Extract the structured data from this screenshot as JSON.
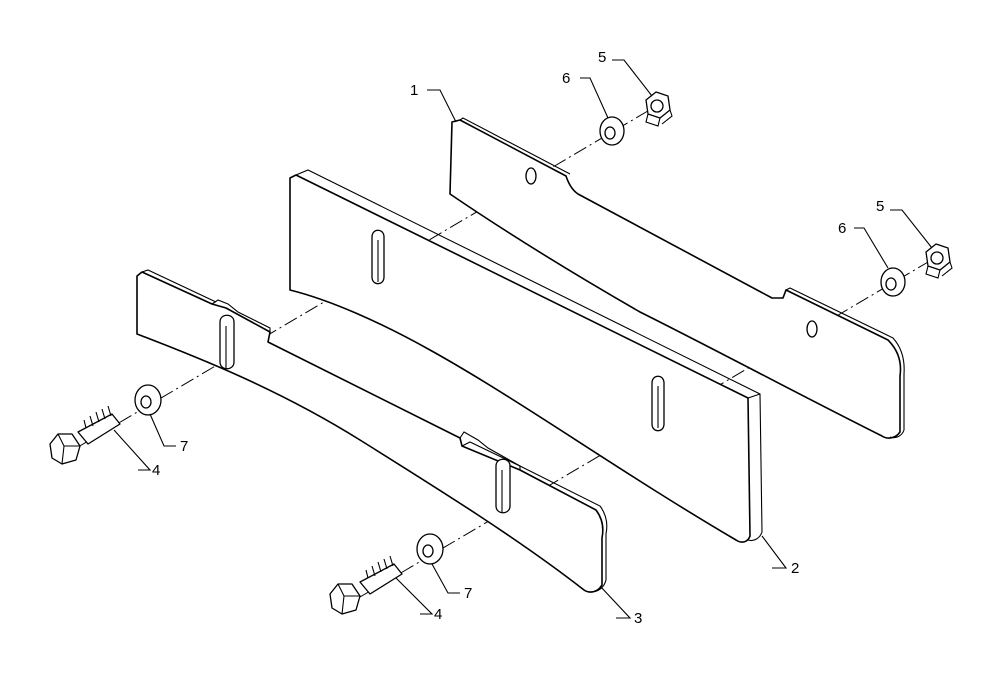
{
  "callouts": [
    {
      "id": "plate-upper",
      "label": "1"
    },
    {
      "id": "plate-middle",
      "label": "2"
    },
    {
      "id": "plate-lower",
      "label": "3"
    },
    {
      "id": "bolt-left",
      "label": "4"
    },
    {
      "id": "bolt-right",
      "label": "4"
    },
    {
      "id": "nut-top",
      "label": "5"
    },
    {
      "id": "nut-right",
      "label": "5"
    },
    {
      "id": "washer-top",
      "label": "6"
    },
    {
      "id": "washer-right",
      "label": "6"
    },
    {
      "id": "washer-left",
      "label": "7"
    },
    {
      "id": "washer-lower",
      "label": "7"
    }
  ]
}
